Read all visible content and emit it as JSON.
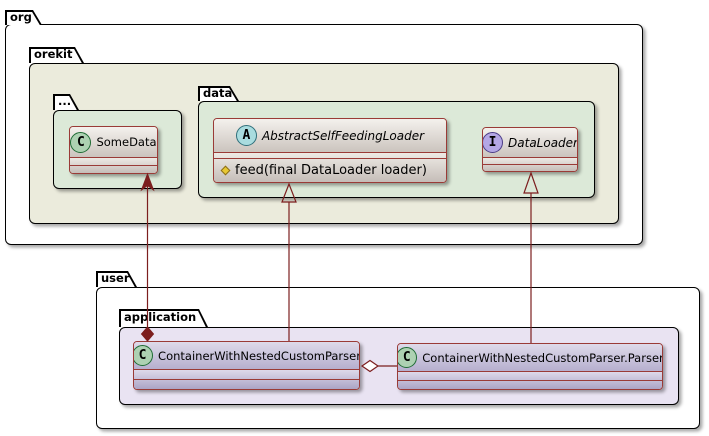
{
  "packages": {
    "org": {
      "label": "org"
    },
    "orekit": {
      "label": "orekit"
    },
    "ellipsis": {
      "label": "..."
    },
    "data": {
      "label": "data"
    },
    "user": {
      "label": "user"
    },
    "application": {
      "label": "application"
    }
  },
  "classes": {
    "somedata": {
      "circle": "C",
      "name": "SomeData"
    },
    "abstract_self_feeding_loader": {
      "circle": "A",
      "name": "AbstractSelfFeedingLoader",
      "methods": [
        {
          "visibility": "protected",
          "signature": "feed(final DataLoader loader)"
        }
      ]
    },
    "dataloader": {
      "circle": "I",
      "name": "DataLoader"
    },
    "container": {
      "circle": "C",
      "name": "ContainerWithNestedCustomParser"
    },
    "parser": {
      "circle": "C",
      "name": "ContainerWithNestedCustomParser.Parser"
    }
  },
  "relationships": [
    {
      "type": "composition",
      "from": "ContainerWithNestedCustomParser",
      "to": "SomeData"
    },
    {
      "type": "extension",
      "from": "ContainerWithNestedCustomParser",
      "to": "AbstractSelfFeedingLoader"
    },
    {
      "type": "realization",
      "from": "ContainerWithNestedCustomParser.Parser",
      "to": "DataLoader"
    },
    {
      "type": "aggregation",
      "from": "ContainerWithNestedCustomParser",
      "to": "ContainerWithNestedCustomParser.Parser"
    }
  ],
  "colors": {
    "package_border": "#000000",
    "package_fill_orekit": "#EBEBDC",
    "package_fill_green": "#DCE9D8",
    "package_fill_lavender": "#E9E3F2",
    "class_border": "#9A3B37",
    "connector": "#7C1E1E",
    "circle_class_fill": "#ADD1B2",
    "circle_abstract_fill": "#A9DCDF",
    "circle_interface_fill": "#B4A7E5",
    "visibility_protected_fill": "#E8C832"
  }
}
